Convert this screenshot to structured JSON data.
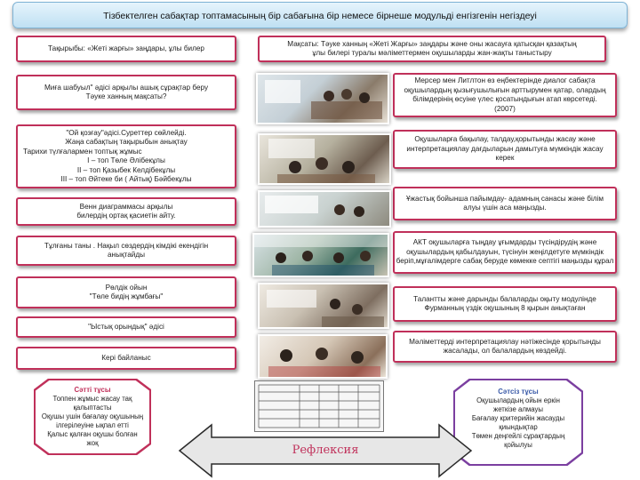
{
  "title": "Тізбектелген сабақтар топтамасының бір сабағына  бір немесе бірнеше модульді енгізгенін негіздеуі",
  "left_boxes": [
    {
      "lines": [
        "Тақырыбы: «Жеті жарғы» заңдары, ұлы билер"
      ]
    },
    {
      "lines": [
        "Миға шабуыл\" әдісі арқылы ашық сұрақтар беру",
        "Тәуке ханның  мақсаты?"
      ]
    },
    {
      "lines": [
        "\"Ой қозғау\"әдісі.Суреттер сөйлейді.",
        "Жаңа сабақтың тақырыбын анықтау",
        "Тарихи түлғалармен топтық жұмыс",
        "І – топ Төле Әлібекұлы",
        "ІІ – топ  Қазыбек Келдібекұлы",
        "ІІІ – топ  Әйтеке би ( Айтық) Бәйбекұлы"
      ]
    },
    {
      "lines": [
        "Венн диаграммасы арқылы",
        "билердің ортақ қасиетін  айту."
      ]
    },
    {
      "lines": [
        "Тұлғаны таны . Нақыл сөздердің кімдікі екендігін",
        "анықтайды"
      ]
    },
    {
      "lines": [
        "Рөлдік ойын",
        "\"Төле бидің жұмбағы\""
      ]
    },
    {
      "lines": [
        "\"Ыстық орындық\" әдісі"
      ]
    },
    {
      "lines": [
        "Кері байланыс"
      ]
    }
  ],
  "right_boxes": [
    {
      "lines": [
        "Мақсаты: Тәуке ханның «Жеті Жарғы» заңдары және оны жасауға қатысқан қазақтың",
        "ұлы билері туралы мәліметтермен оқушыларды жан-жақты таныстыру"
      ]
    },
    {
      "lines": [
        "Мерсер мен Литлтон өз еңбектерінде диалог сабақта",
        "оқушылардың қызығушылығын арттырумен қатар, олардың",
        "білімдерінің өсуіне үлес қосатындығын атап көрсетеді.",
        "(2007)"
      ]
    },
    {
      "lines": [
        "Оқушыларға бақылау, талдау,қорытынды жасау және",
        "интерпретациялау дағдыларын дамытуға мүмкіндік жасау",
        "керек"
      ]
    },
    {
      "lines": [
        "Ұжастық бойынша пайымдау- адамның санасы және білім",
        "алуы үшін аса маңызды."
      ]
    },
    {
      "lines": [
        "АКТ оқушыларға тыңдау  ұғымдарды түсіндірудің және",
        "оқушылардың қабылдауын, түсінуін жеңілдетуге мүмкіндік",
        "беріп,мұғалімдерге сабақ беруде көмекке септігі маңызды құрал"
      ]
    },
    {
      "lines": [
        "Талантты және дарынды балаларды оқыту модулінде",
        "Фурманның үздік оқушының 8 қырын анықтаған"
      ]
    },
    {
      "lines": [
        "Мәліметтерді интерпретациялау нәтіжесінде қорытынды",
        "жасалады, ол балалардың көздейді."
      ]
    }
  ],
  "strengths": {
    "title": "Сәтті тұсы",
    "lines": [
      "Топпен жұмыс жасау тақ",
      "қалыптасты",
      "Оқушы ушін бағалау оқушының",
      "ілгерілеуіне ықпал етті",
      "Қалыс қалған оқушы болған",
      "жоқ"
    ]
  },
  "weaknesses": {
    "title": "Сәтсіз тұсы",
    "lines": [
      "Оқушылардың ойын еркін",
      "жеткізе алмауы",
      "Бағалау критерийін жасауды",
      "қиындықтар",
      "Төмен деңгейлі сұрақтардың",
      "қойылуы"
    ]
  },
  "reflection_label": "Рефлексия",
  "colors": {
    "box_border": "#c0305a",
    "title_bg": "#bfe0f3",
    "strengths_border": "#c0305a",
    "weaknesses_border": "#7b3fa0",
    "arrow_fill": "#e7e7e7"
  }
}
